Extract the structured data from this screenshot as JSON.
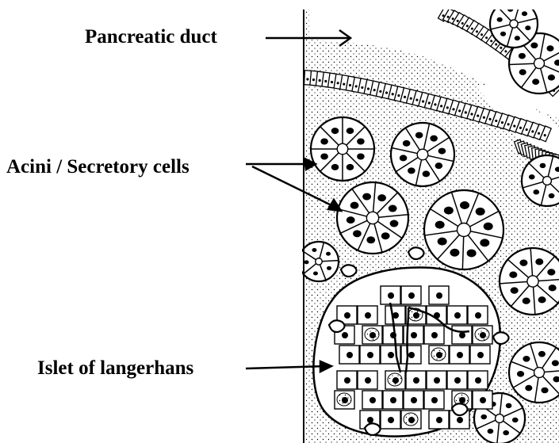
{
  "labels": {
    "pancreatic_duct": "Pancreatic duct",
    "acini": "Acini / Secretory cells",
    "islet": "Islet of langerhans"
  },
  "colors": {
    "ink": "#000000",
    "background": "#ffffff",
    "stipple": "#000000"
  }
}
